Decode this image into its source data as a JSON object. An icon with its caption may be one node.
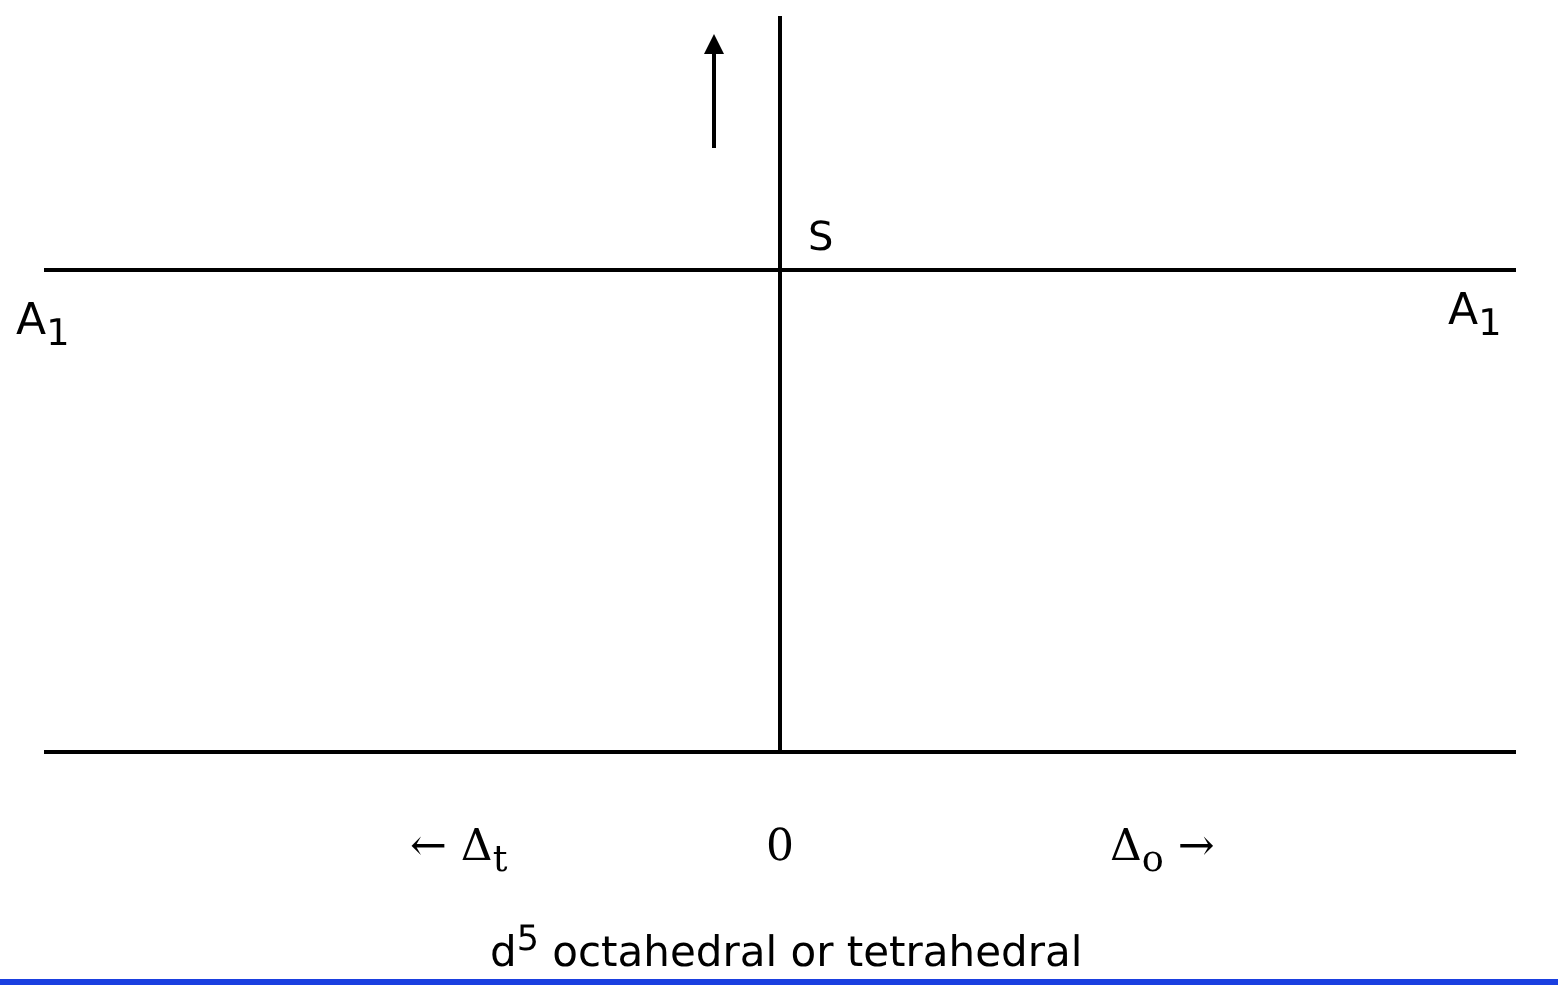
{
  "diagram": {
    "caption": "d$^{5}$ octahedral or tetrahedral",
    "labels": [
      "S",
      "A$_{1}$",
      "A$_{1}$",
      "← Δ$_{t}$",
      "0",
      "Δ$_{o}$ →"
    ]
  }
}
